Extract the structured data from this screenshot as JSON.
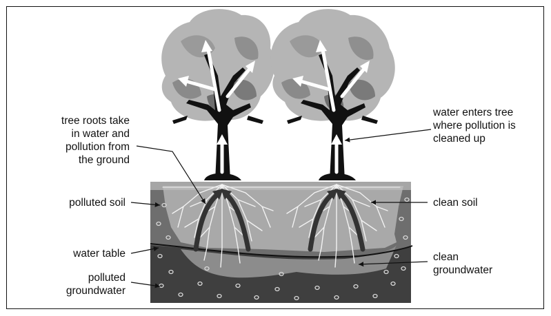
{
  "labels": {
    "roots_line1": "tree roots take",
    "roots_line2": "in water and",
    "roots_line3": "pollution from",
    "roots_line4": "the ground",
    "enters_line1": "water enters tree",
    "enters_line2": "where pollution is",
    "enters_line3": "cleaned up",
    "polluted_soil": "polluted soil",
    "clean_soil": "clean soil",
    "water_table": "water table",
    "clean_gw_line1": "clean",
    "clean_gw_line2": "groundwater",
    "polluted_gw_line1": "polluted",
    "polluted_gw_line2": "groundwater"
  },
  "colors": {
    "polluted_soil": "#6e6e6e",
    "clean_soil": "#a9a9a9",
    "groundwater_polluted": "#3f3f3f",
    "groundwater_clean": "#8c8c8c",
    "canopy_light": "#b5b5b5",
    "canopy_dark": "#7a7a7a",
    "trunk": "#111111",
    "root": "#f2f2f2"
  },
  "icons": [
    "tree-icon",
    "root-icon",
    "water-flow-arrow-icon",
    "pollution-particle-icon"
  ]
}
